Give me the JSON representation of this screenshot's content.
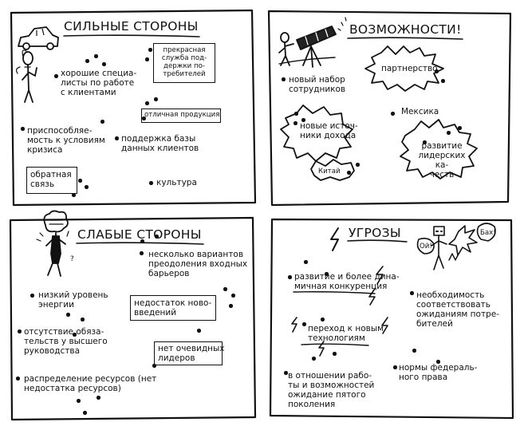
{
  "quadrants": {
    "strengths": {
      "title": "СИЛЬНЫЕ СТОРОНЫ",
      "items": {
        "specialists": "хорошие специа-\nлисты по работе\nс клиентами",
        "service": "прекрасная\nслужба под-\nдержки по-\nтребителей",
        "product": "отличная продукция",
        "adaptability": "приспособляе-\nмость к условиям\nкризиса",
        "database": "поддержка базы\nданных клиентов",
        "feedback": "обратная\nсвязь",
        "culture": "культура"
      }
    },
    "opportunities": {
      "title": "ВОЗМОЖНОСТИ!",
      "items": {
        "staff": "новый набор\nсотрудников",
        "partnership": "партнерство",
        "income": "новые источ-\nники дохода",
        "mexico": "Мексика",
        "china": "Китай",
        "leadership": "развитие\nлидерских ка-\nчеств"
      }
    },
    "weaknesses": {
      "title": "СЛАБЫЕ СТОРОНЫ",
      "items": {
        "barriers": "несколько вариантов\nпреодоления входных\nбарьеров",
        "energy": "низкий уровень\nэнергии",
        "innovation": "недостаток ново-\nвведений",
        "commitment": "отсутствие обяза-\nтельств у высшего\nруководства",
        "leaders": "нет очевидных\nлидеров",
        "resources": "распределение ресурсов (нет\nнедостатка ресурсов)"
      }
    },
    "threats": {
      "title": "УГРОЗЫ",
      "items": {
        "competition": "развитие и более дина-\nмичная конкуренция",
        "technology": "переход к новым\nтехнологиям",
        "expectations": "необходимость\nсоответствовать\nожиданиям потре-\nбителей",
        "generation": "в отношении рабо-\nты и возможностей\nожидание пятого\nпоколения",
        "regulation": "нормы федераль-\nного права"
      },
      "speech": {
        "oi": "Ой!",
        "bah": "Бах!"
      }
    }
  },
  "icons": [
    "car-icon",
    "stick-figure-icon",
    "telescope-icon",
    "stressed-figure-icon",
    "lightning-icon",
    "explosion-icon"
  ]
}
